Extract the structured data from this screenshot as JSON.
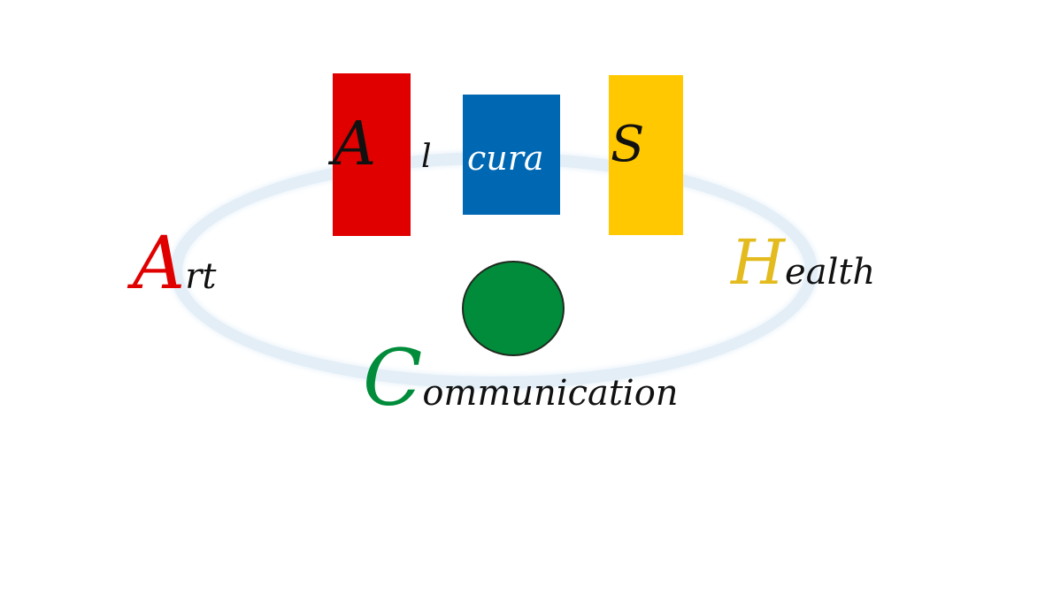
{
  "logo": {
    "letter_a": "A",
    "letter_l": "l",
    "syllable_cura": "cura",
    "letter_s": "S"
  },
  "words": {
    "art_initial": "A",
    "art_rest": "rt",
    "health_initial": "H",
    "health_rest": "ealth",
    "communication_initial": "C",
    "communication_rest": "ommunication"
  },
  "colors": {
    "red": "#e00000",
    "blue": "#0068b3",
    "yellow": "#ffc800",
    "green": "#008c3a",
    "health_gold": "#e3bb1e",
    "ring": "#e3eef7"
  }
}
